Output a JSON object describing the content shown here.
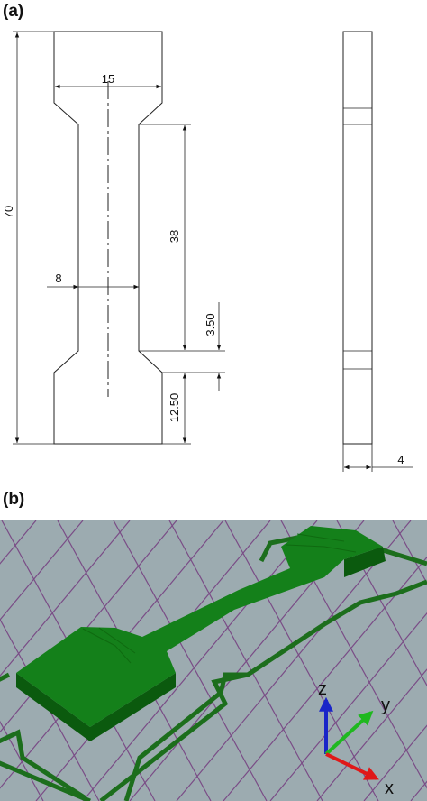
{
  "figure": {
    "panel_a_label": "(a)",
    "panel_b_label": "(b)"
  },
  "drawing": {
    "overall_length": "70",
    "grip_width": "15",
    "gauge_length": "38",
    "gauge_width": "8",
    "fillet_length": "3.50",
    "grip_length": "12.50",
    "thickness": "4"
  },
  "axes": {
    "z": "z",
    "y": "y",
    "x": "x",
    "colors": {
      "z": "#1a25c8",
      "y": "#1fb81f",
      "x": "#e01818"
    }
  },
  "colors": {
    "specimen": "#0f6a10",
    "specimen_top": "#14801a",
    "specimen_side": "#0b5a0e",
    "floor": "#9cabb0",
    "grid": "#7a4c86",
    "outline_path": "#1c6e1c"
  }
}
